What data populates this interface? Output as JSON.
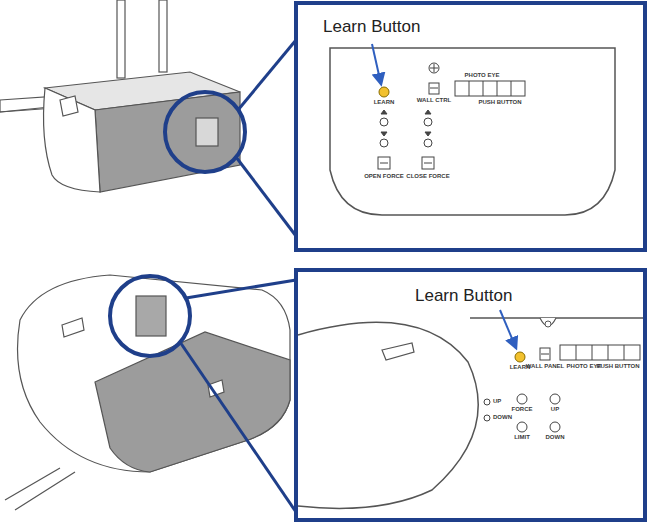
{
  "diagram": {
    "labels": [
      "Learn Button",
      "LEARN",
      "WALL CTRL",
      "PHOTO EYE",
      "PUSH BUTTON",
      "OPEN FORCE",
      "CLOSE FORCE",
      "Learn Button",
      "LEARN",
      "WALL PANEL",
      "PHOTO EYE",
      "PUSH BUTTON",
      "UP",
      "DOWN",
      "FORCE",
      "UP",
      "LIMIT",
      "DOWN"
    ]
  }
}
